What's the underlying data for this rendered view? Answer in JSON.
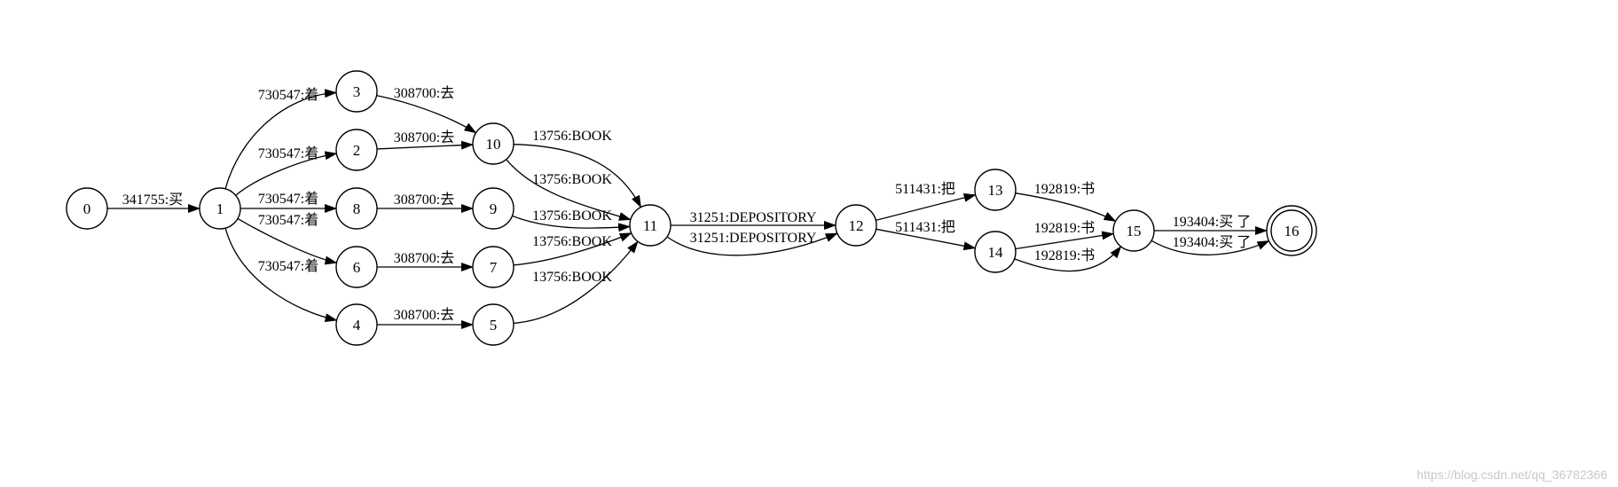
{
  "graph": {
    "start_node": "0",
    "final_node": "16",
    "nodes": [
      {
        "id": "0",
        "label": "0"
      },
      {
        "id": "1",
        "label": "1"
      },
      {
        "id": "2",
        "label": "2"
      },
      {
        "id": "3",
        "label": "3"
      },
      {
        "id": "4",
        "label": "4"
      },
      {
        "id": "5",
        "label": "5"
      },
      {
        "id": "6",
        "label": "6"
      },
      {
        "id": "7",
        "label": "7"
      },
      {
        "id": "8",
        "label": "8"
      },
      {
        "id": "9",
        "label": "9"
      },
      {
        "id": "10",
        "label": "10"
      },
      {
        "id": "11",
        "label": "11"
      },
      {
        "id": "12",
        "label": "12"
      },
      {
        "id": "13",
        "label": "13"
      },
      {
        "id": "14",
        "label": "14"
      },
      {
        "id": "15",
        "label": "15"
      },
      {
        "id": "16",
        "label": "16"
      }
    ],
    "edges": [
      {
        "id": "e0-1",
        "from": "0",
        "to": "1",
        "label": "341755:买"
      },
      {
        "id": "e1-3",
        "from": "1",
        "to": "3",
        "label": "730547:着"
      },
      {
        "id": "e1-2",
        "from": "1",
        "to": "2",
        "label": "730547:着"
      },
      {
        "id": "e1-8",
        "from": "1",
        "to": "8",
        "label": "730547:着"
      },
      {
        "id": "e1-6",
        "from": "1",
        "to": "6",
        "label": "730547:着"
      },
      {
        "id": "e1-4",
        "from": "1",
        "to": "4",
        "label": "730547:着"
      },
      {
        "id": "e3-10",
        "from": "3",
        "to": "10",
        "label": "308700:去"
      },
      {
        "id": "e2-10",
        "from": "2",
        "to": "10",
        "label": "308700:去"
      },
      {
        "id": "e8-9",
        "from": "8",
        "to": "9",
        "label": "308700:去"
      },
      {
        "id": "e6-7",
        "from": "6",
        "to": "7",
        "label": "308700:去"
      },
      {
        "id": "e4-5",
        "from": "4",
        "to": "5",
        "label": "308700:去"
      },
      {
        "id": "e10-11a",
        "from": "10",
        "to": "11",
        "label": "13756:BOOK"
      },
      {
        "id": "e10-11b",
        "from": "10",
        "to": "11",
        "label": "13756:BOOK"
      },
      {
        "id": "e9-11",
        "from": "9",
        "to": "11",
        "label": "13756:BOOK"
      },
      {
        "id": "e7-11",
        "from": "7",
        "to": "11",
        "label": "13756:BOOK"
      },
      {
        "id": "e5-11",
        "from": "5",
        "to": "11",
        "label": "13756:BOOK"
      },
      {
        "id": "e11-12a",
        "from": "11",
        "to": "12",
        "label": "31251:DEPOSITORY"
      },
      {
        "id": "e11-12b",
        "from": "11",
        "to": "12",
        "label": "31251:DEPOSITORY"
      },
      {
        "id": "e12-13",
        "from": "12",
        "to": "13",
        "label": "511431:把"
      },
      {
        "id": "e12-14",
        "from": "12",
        "to": "14",
        "label": "511431:把"
      },
      {
        "id": "e13-15",
        "from": "13",
        "to": "15",
        "label": "192819:书"
      },
      {
        "id": "e14-15a",
        "from": "14",
        "to": "15",
        "label": "192819:书"
      },
      {
        "id": "e14-15b",
        "from": "14",
        "to": "15",
        "label": "192819:书"
      },
      {
        "id": "e15-16a",
        "from": "15",
        "to": "16",
        "label": "193404:买 了"
      },
      {
        "id": "e15-16b",
        "from": "15",
        "to": "16",
        "label": "193404:买 了"
      }
    ]
  },
  "watermark": "https://blog.csdn.net/qq_36782366"
}
